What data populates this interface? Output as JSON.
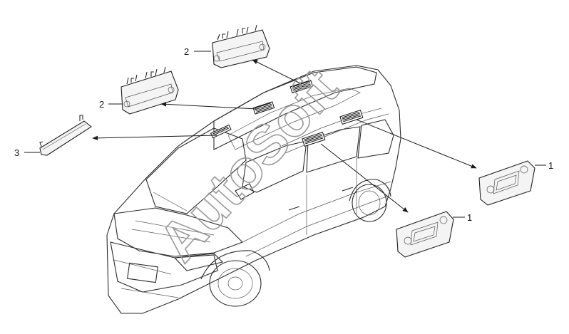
{
  "diagram": {
    "callouts": [
      {
        "id": "c-2-top",
        "label": "2"
      },
      {
        "id": "c-2-mid",
        "label": "2"
      },
      {
        "id": "c-3",
        "label": "3"
      },
      {
        "id": "c-1-right",
        "label": "1"
      },
      {
        "id": "c-1-bottom",
        "label": "1"
      }
    ],
    "watermark": "AutoSoft",
    "colors": {
      "line": "#1f1f1f",
      "watermark": "#9a9a9a",
      "background": "#ffffff"
    }
  }
}
